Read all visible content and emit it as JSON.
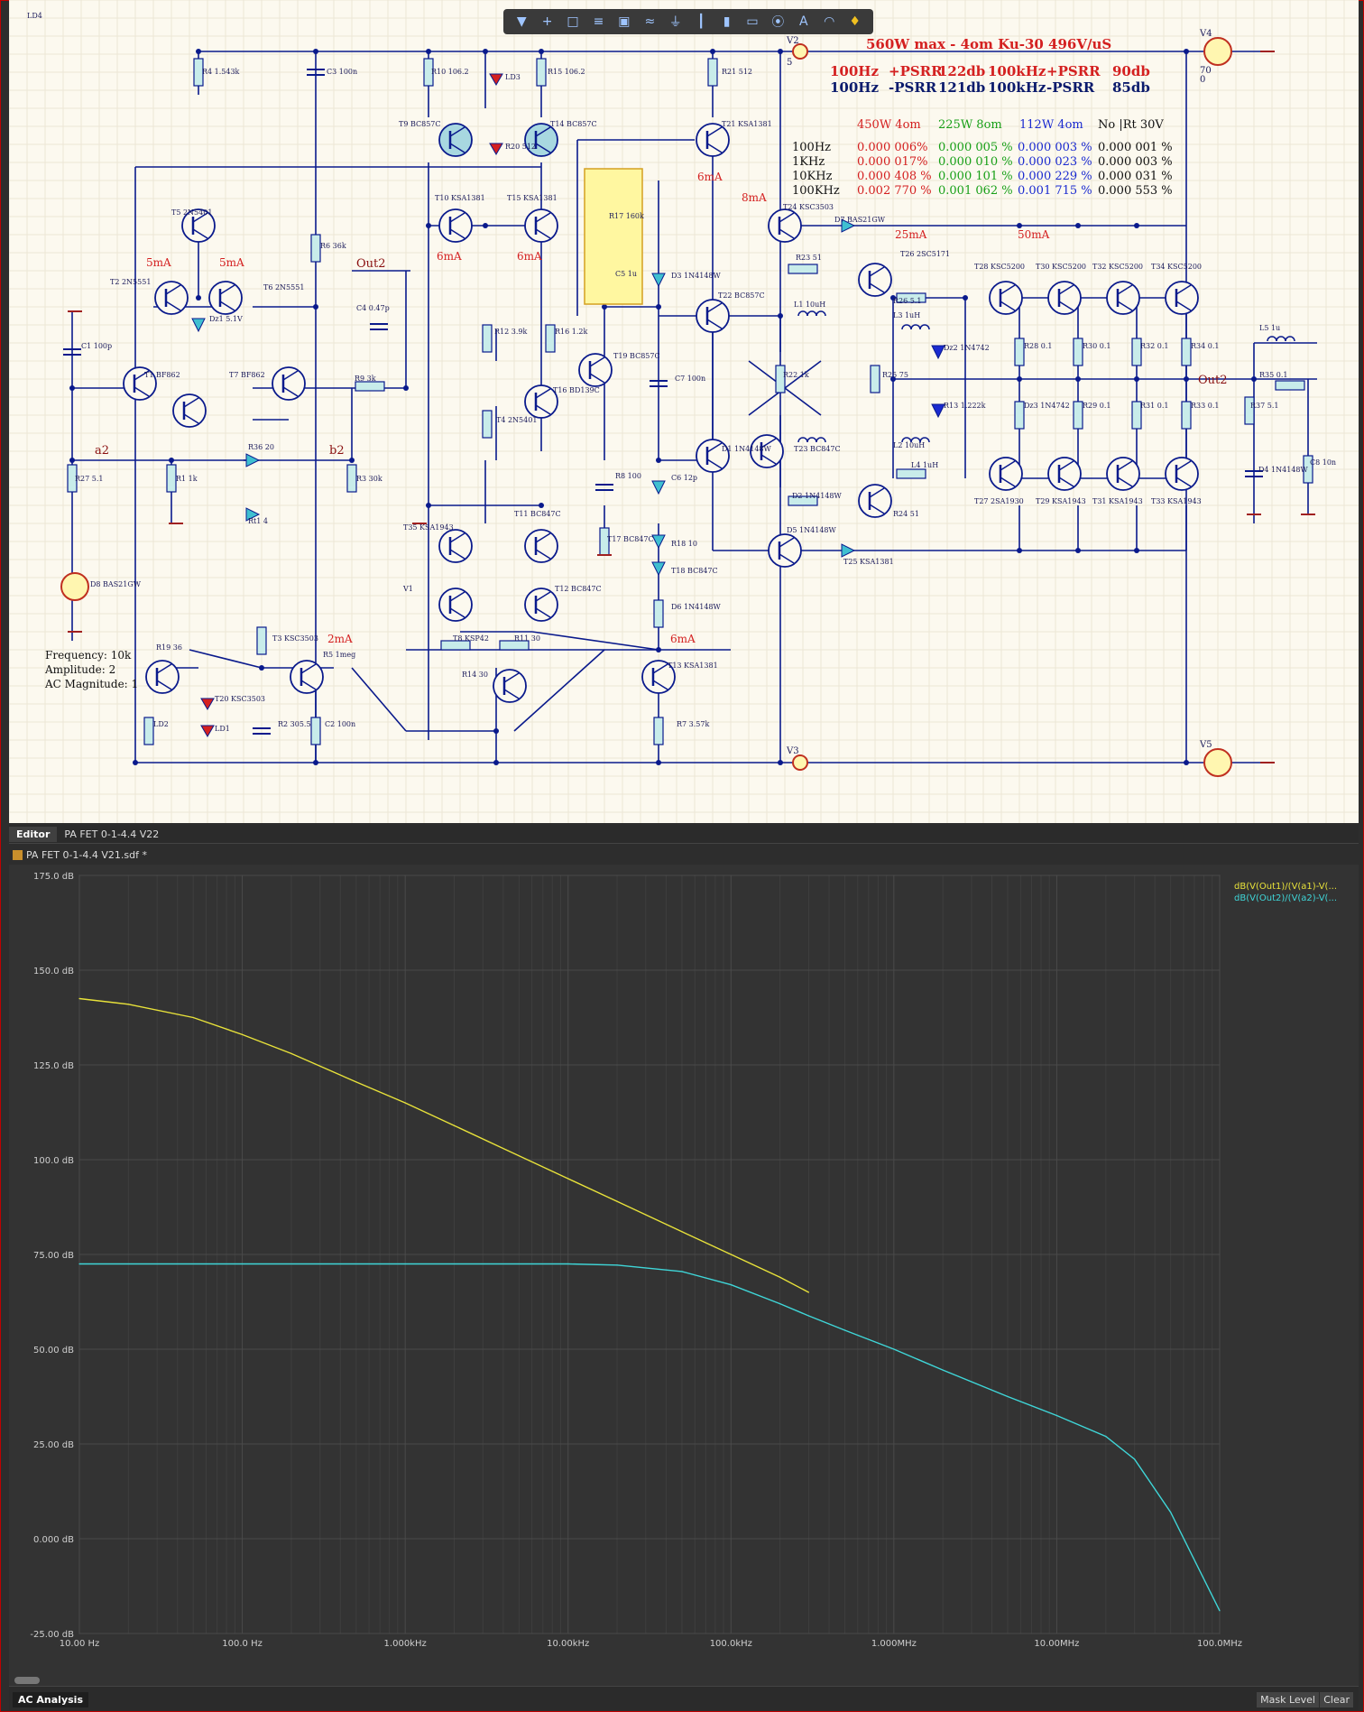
{
  "schematic": {
    "title_line": "560W max - 4om  Ku-30  496V/uS",
    "psrr_row1": [
      "100Hz",
      "+PSRR",
      "122db",
      "100kHz",
      "+PSRR",
      "90db"
    ],
    "psrr_row2": [
      "100Hz",
      "-PSRR",
      "121db",
      "100kHz",
      "-PSRR",
      "85db"
    ],
    "thd_headers": [
      "450W 4om",
      "225W 8om",
      "112W 4om",
      "No |Rt 30V"
    ],
    "thd_rows": [
      [
        "100Hz",
        "0.000 006%",
        "0.000 005 %",
        "0.000 003 %",
        "0.000 001 %"
      ],
      [
        "1KHz",
        "0.000 017%",
        "0.000 010 %",
        "0.000 023 %",
        "0.000 003 %"
      ],
      [
        "10KHz",
        "0.000 408 %",
        "0.000 101 %",
        "0.000 229 %",
        "0.000 031 %"
      ],
      [
        "100KHz",
        "0.002 770 %",
        "0.001 062 %",
        "0.001 715 %",
        "0.000 553 %"
      ]
    ],
    "source_params": [
      "Frequency: 10k",
      "Amplitude: 2",
      "AC Magnitude: 1"
    ],
    "currents": [
      "5mA",
      "5mA",
      "6mA",
      "6mA",
      "6mA",
      "8mA",
      "25mA",
      "50mA",
      "2mA",
      "6mA"
    ],
    "net_labels": [
      "Out2",
      "a2",
      "b2",
      "Out2"
    ],
    "supplies": [
      "V2",
      "V3",
      "V4",
      "V5",
      "70",
      "0",
      "5"
    ],
    "components": [
      {
        "ref": "R4",
        "val": "1.543k"
      },
      {
        "ref": "C3",
        "val": "100n"
      },
      {
        "ref": "R10",
        "val": "106.2"
      },
      {
        "ref": "LD3",
        "val": ""
      },
      {
        "ref": "R15",
        "val": "106.2"
      },
      {
        "ref": "R21",
        "val": "512"
      },
      {
        "ref": "T9",
        "val": "BC857C"
      },
      {
        "ref": "T14",
        "val": "BC857C"
      },
      {
        "ref": "T21",
        "val": "KSA1381"
      },
      {
        "ref": "T5",
        "val": "2N5401"
      },
      {
        "ref": "T10",
        "val": "KSA1381"
      },
      {
        "ref": "T15",
        "val": "KSA1381"
      },
      {
        "ref": "R17",
        "val": "160k"
      },
      {
        "ref": "C5",
        "val": "1u"
      },
      {
        "ref": "T24",
        "val": "KSC3503"
      },
      {
        "ref": "D7",
        "val": "BAS21GW"
      },
      {
        "ref": "T2",
        "val": "2N5551"
      },
      {
        "ref": "T6",
        "val": "2N5551"
      },
      {
        "ref": "R6",
        "val": "36k"
      },
      {
        "ref": "D3",
        "val": "1N4148W"
      },
      {
        "ref": "R23",
        "val": "51"
      },
      {
        "ref": "T26",
        "val": "2SC5171"
      },
      {
        "ref": "T28",
        "val": "KSC5200"
      },
      {
        "ref": "T30",
        "val": "KSC5200"
      },
      {
        "ref": "T32",
        "val": "KSC5200"
      },
      {
        "ref": "T34",
        "val": "KSC5200"
      },
      {
        "ref": "Dz1",
        "val": "5.1V"
      },
      {
        "ref": "C4",
        "val": "0.47p"
      },
      {
        "ref": "T22",
        "val": "BC857C"
      },
      {
        "ref": "R26",
        "val": "5.1"
      },
      {
        "ref": "L1",
        "val": "10uH"
      },
      {
        "ref": "L3",
        "val": "1uH"
      },
      {
        "ref": "C1",
        "val": "100p"
      },
      {
        "ref": "T1",
        "val": "BF862"
      },
      {
        "ref": "T7",
        "val": "BF862"
      },
      {
        "ref": "R12",
        "val": "3.9k"
      },
      {
        "ref": "R16",
        "val": "1.2k"
      },
      {
        "ref": "T19",
        "val": "BC857C"
      },
      {
        "ref": "Dz2",
        "val": "1N4742"
      },
      {
        "ref": "R28",
        "val": "0.1"
      },
      {
        "ref": "R30",
        "val": "0.1"
      },
      {
        "ref": "R32",
        "val": "0.1"
      },
      {
        "ref": "R34",
        "val": "0.1"
      },
      {
        "ref": "L5",
        "val": "1u"
      },
      {
        "ref": "R9",
        "val": "3k"
      },
      {
        "ref": "T16",
        "val": "BD139C"
      },
      {
        "ref": "C7",
        "val": "100n"
      },
      {
        "ref": "R22",
        "val": "1k"
      },
      {
        "ref": "R25",
        "val": "75"
      },
      {
        "ref": "T4",
        "val": "2N5401"
      },
      {
        "ref": "R13",
        "val": "1.222k"
      },
      {
        "ref": "Dz3",
        "val": "1N4742"
      },
      {
        "ref": "R29",
        "val": "0.1"
      },
      {
        "ref": "R31",
        "val": "0.1"
      },
      {
        "ref": "R33",
        "val": "0.1"
      },
      {
        "ref": "R35",
        "val": "0.1"
      },
      {
        "ref": "R37",
        "val": "5.1"
      },
      {
        "ref": "R36",
        "val": "20"
      },
      {
        "ref": "D1",
        "val": "1N4148W"
      },
      {
        "ref": "T23",
        "val": "BC847C"
      },
      {
        "ref": "L2",
        "val": "10uH"
      },
      {
        "ref": "L4",
        "val": "1uH"
      },
      {
        "ref": "R27",
        "val": "5.1"
      },
      {
        "ref": "R1",
        "val": "1k"
      },
      {
        "ref": "R3",
        "val": "30k"
      },
      {
        "ref": "R8",
        "val": "100"
      },
      {
        "ref": "C6",
        "val": "12p"
      },
      {
        "ref": "D4",
        "val": "1N4148W"
      },
      {
        "ref": "C8",
        "val": "10n"
      },
      {
        "ref": "Rt1",
        "val": "4"
      },
      {
        "ref": "D2",
        "val": "1N4148W"
      },
      {
        "ref": "R24",
        "val": "51"
      },
      {
        "ref": "T27",
        "val": "2SA1930"
      },
      {
        "ref": "T29",
        "val": "KSA1943"
      },
      {
        "ref": "T31",
        "val": "KSA1943"
      },
      {
        "ref": "T33",
        "val": "KSA1943"
      },
      {
        "ref": "T35",
        "val": "KSA1943"
      },
      {
        "ref": "T11",
        "val": "BC847C"
      },
      {
        "ref": "T17",
        "val": "BC847C"
      },
      {
        "ref": "R18",
        "val": "10"
      },
      {
        "ref": "D5",
        "val": "1N4148W"
      },
      {
        "ref": "T25",
        "val": "KSA1381"
      },
      {
        "ref": "D8",
        "val": "BAS21GW"
      },
      {
        "ref": "V1",
        "val": ""
      },
      {
        "ref": "T12",
        "val": "BC847C"
      },
      {
        "ref": "T18",
        "val": "BC847C"
      },
      {
        "ref": "D6",
        "val": "1N4148W"
      },
      {
        "ref": "R19",
        "val": "36"
      },
      {
        "ref": "T3",
        "val": "KSC3503"
      },
      {
        "ref": "R5",
        "val": "1meg"
      },
      {
        "ref": "T8",
        "val": "KSP42"
      },
      {
        "ref": "R11",
        "val": "30"
      },
      {
        "ref": "R14",
        "val": "30"
      },
      {
        "ref": "T13",
        "val": "KSA1381"
      },
      {
        "ref": "T20",
        "val": "KSC3503"
      },
      {
        "ref": "LD1",
        "val": ""
      },
      {
        "ref": "LD2",
        "val": ""
      },
      {
        "ref": "R2",
        "val": "305.5"
      },
      {
        "ref": "C2",
        "val": "100n"
      },
      {
        "ref": "R7",
        "val": "3.57k"
      },
      {
        "ref": "R20",
        "val": "512"
      },
      {
        "ref": "LD4",
        "val": ""
      }
    ]
  },
  "toolbar": {
    "icons": [
      "filter-icon",
      "cross-icon",
      "select-rect-icon",
      "align-icon",
      "component-icon",
      "wire-icon",
      "ground-icon",
      "bus-icon",
      "part-icon",
      "port-icon",
      "net-label-icon",
      "text-icon",
      "arc-icon",
      "probe-icon"
    ]
  },
  "tabs": {
    "editor": "Editor",
    "doc": "PA FET 0-1-4.4 V22"
  },
  "file": {
    "name": "PA FET 0-1-4.4 V21.sdf *"
  },
  "statusbar": {
    "ac": "AC Analysis",
    "mask": "Mask Level",
    "clear": "Clear"
  },
  "colors": {
    "yellow": "#e8e23a",
    "cyan": "#3fd6d8",
    "wire": "#0a1a8c",
    "red": "#d42020"
  },
  "chart_data": {
    "type": "line",
    "xscale": "log",
    "xlim": [
      10,
      100000000
    ],
    "ylim": [
      -25,
      175
    ],
    "xticks": [
      "10.00 Hz",
      "100.0 Hz",
      "1.000kHz",
      "10.00kHz",
      "100.0kHz",
      "1.000MHz",
      "10.00MHz",
      "100.0MHz"
    ],
    "yticks": [
      "175.0 dB",
      "150.0 dB",
      "125.0 dB",
      "100.0 dB",
      "75.00 dB",
      "50.00 dB",
      "25.00 dB",
      "0.000 dB",
      "-25.00 dB"
    ],
    "grid": true,
    "legend_position": "top-right",
    "series": [
      {
        "name": "dB(V(Out1)/(V(a1)-V(...",
        "color": "#e8e23a",
        "x": [
          10,
          20,
          50,
          100,
          200,
          500,
          1000,
          2000,
          5000,
          10000,
          20000,
          50000,
          100000,
          200000,
          300000
        ],
        "y": [
          142.5,
          141,
          137.5,
          133,
          128,
          120.5,
          115,
          109,
          101,
          95,
          89,
          81,
          75,
          69,
          65
        ]
      },
      {
        "name": "dB(V(Out2)/(V(a2)-V(...",
        "color": "#3fd6d8",
        "x": [
          10,
          100,
          1000,
          10000,
          20000,
          50000,
          100000,
          200000,
          300000,
          500000,
          1000000,
          2000000,
          5000000,
          10000000,
          20000000,
          30000000,
          50000000,
          100000000
        ],
        "y": [
          72.5,
          72.5,
          72.5,
          72.5,
          72.2,
          70.5,
          67,
          62,
          58.8,
          55,
          50,
          44.5,
          37.5,
          32.5,
          27,
          21,
          7,
          -19
        ]
      }
    ]
  }
}
